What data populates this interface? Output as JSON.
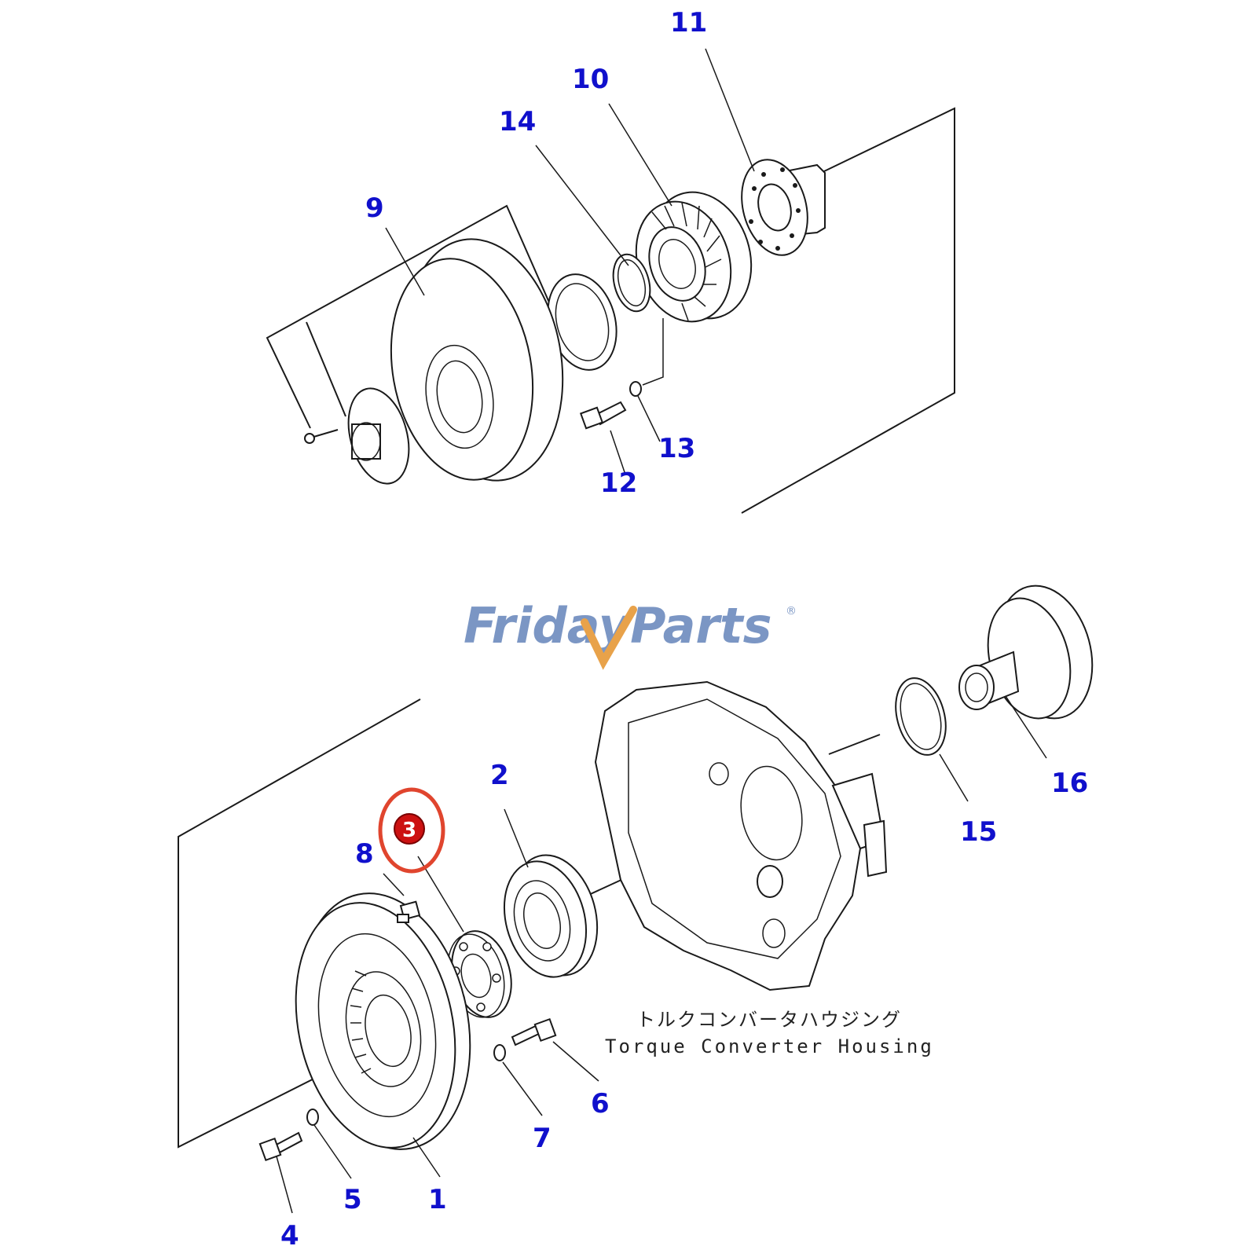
{
  "logo": {
    "text": "FridayParts",
    "registered_mark": "®",
    "accent_color": "#e8a24a",
    "text_color": "#7b96c4"
  },
  "highlight": {
    "part_number": "3",
    "circle_color": "#e0452e",
    "badge_color": "#cc1111"
  },
  "callout_color": "#1010cc",
  "group_labels": {
    "japanese": "トルクコンバータハウジング",
    "english": "Torque Converter Housing"
  },
  "callouts": {
    "p1": "1",
    "p2": "2",
    "p3": "3",
    "p4": "4",
    "p5": "5",
    "p6": "6",
    "p7": "7",
    "p8": "8",
    "p9": "9",
    "p10": "10",
    "p11": "11",
    "p12": "12",
    "p13": "13",
    "p14": "14",
    "p15": "15",
    "p16": "16"
  }
}
